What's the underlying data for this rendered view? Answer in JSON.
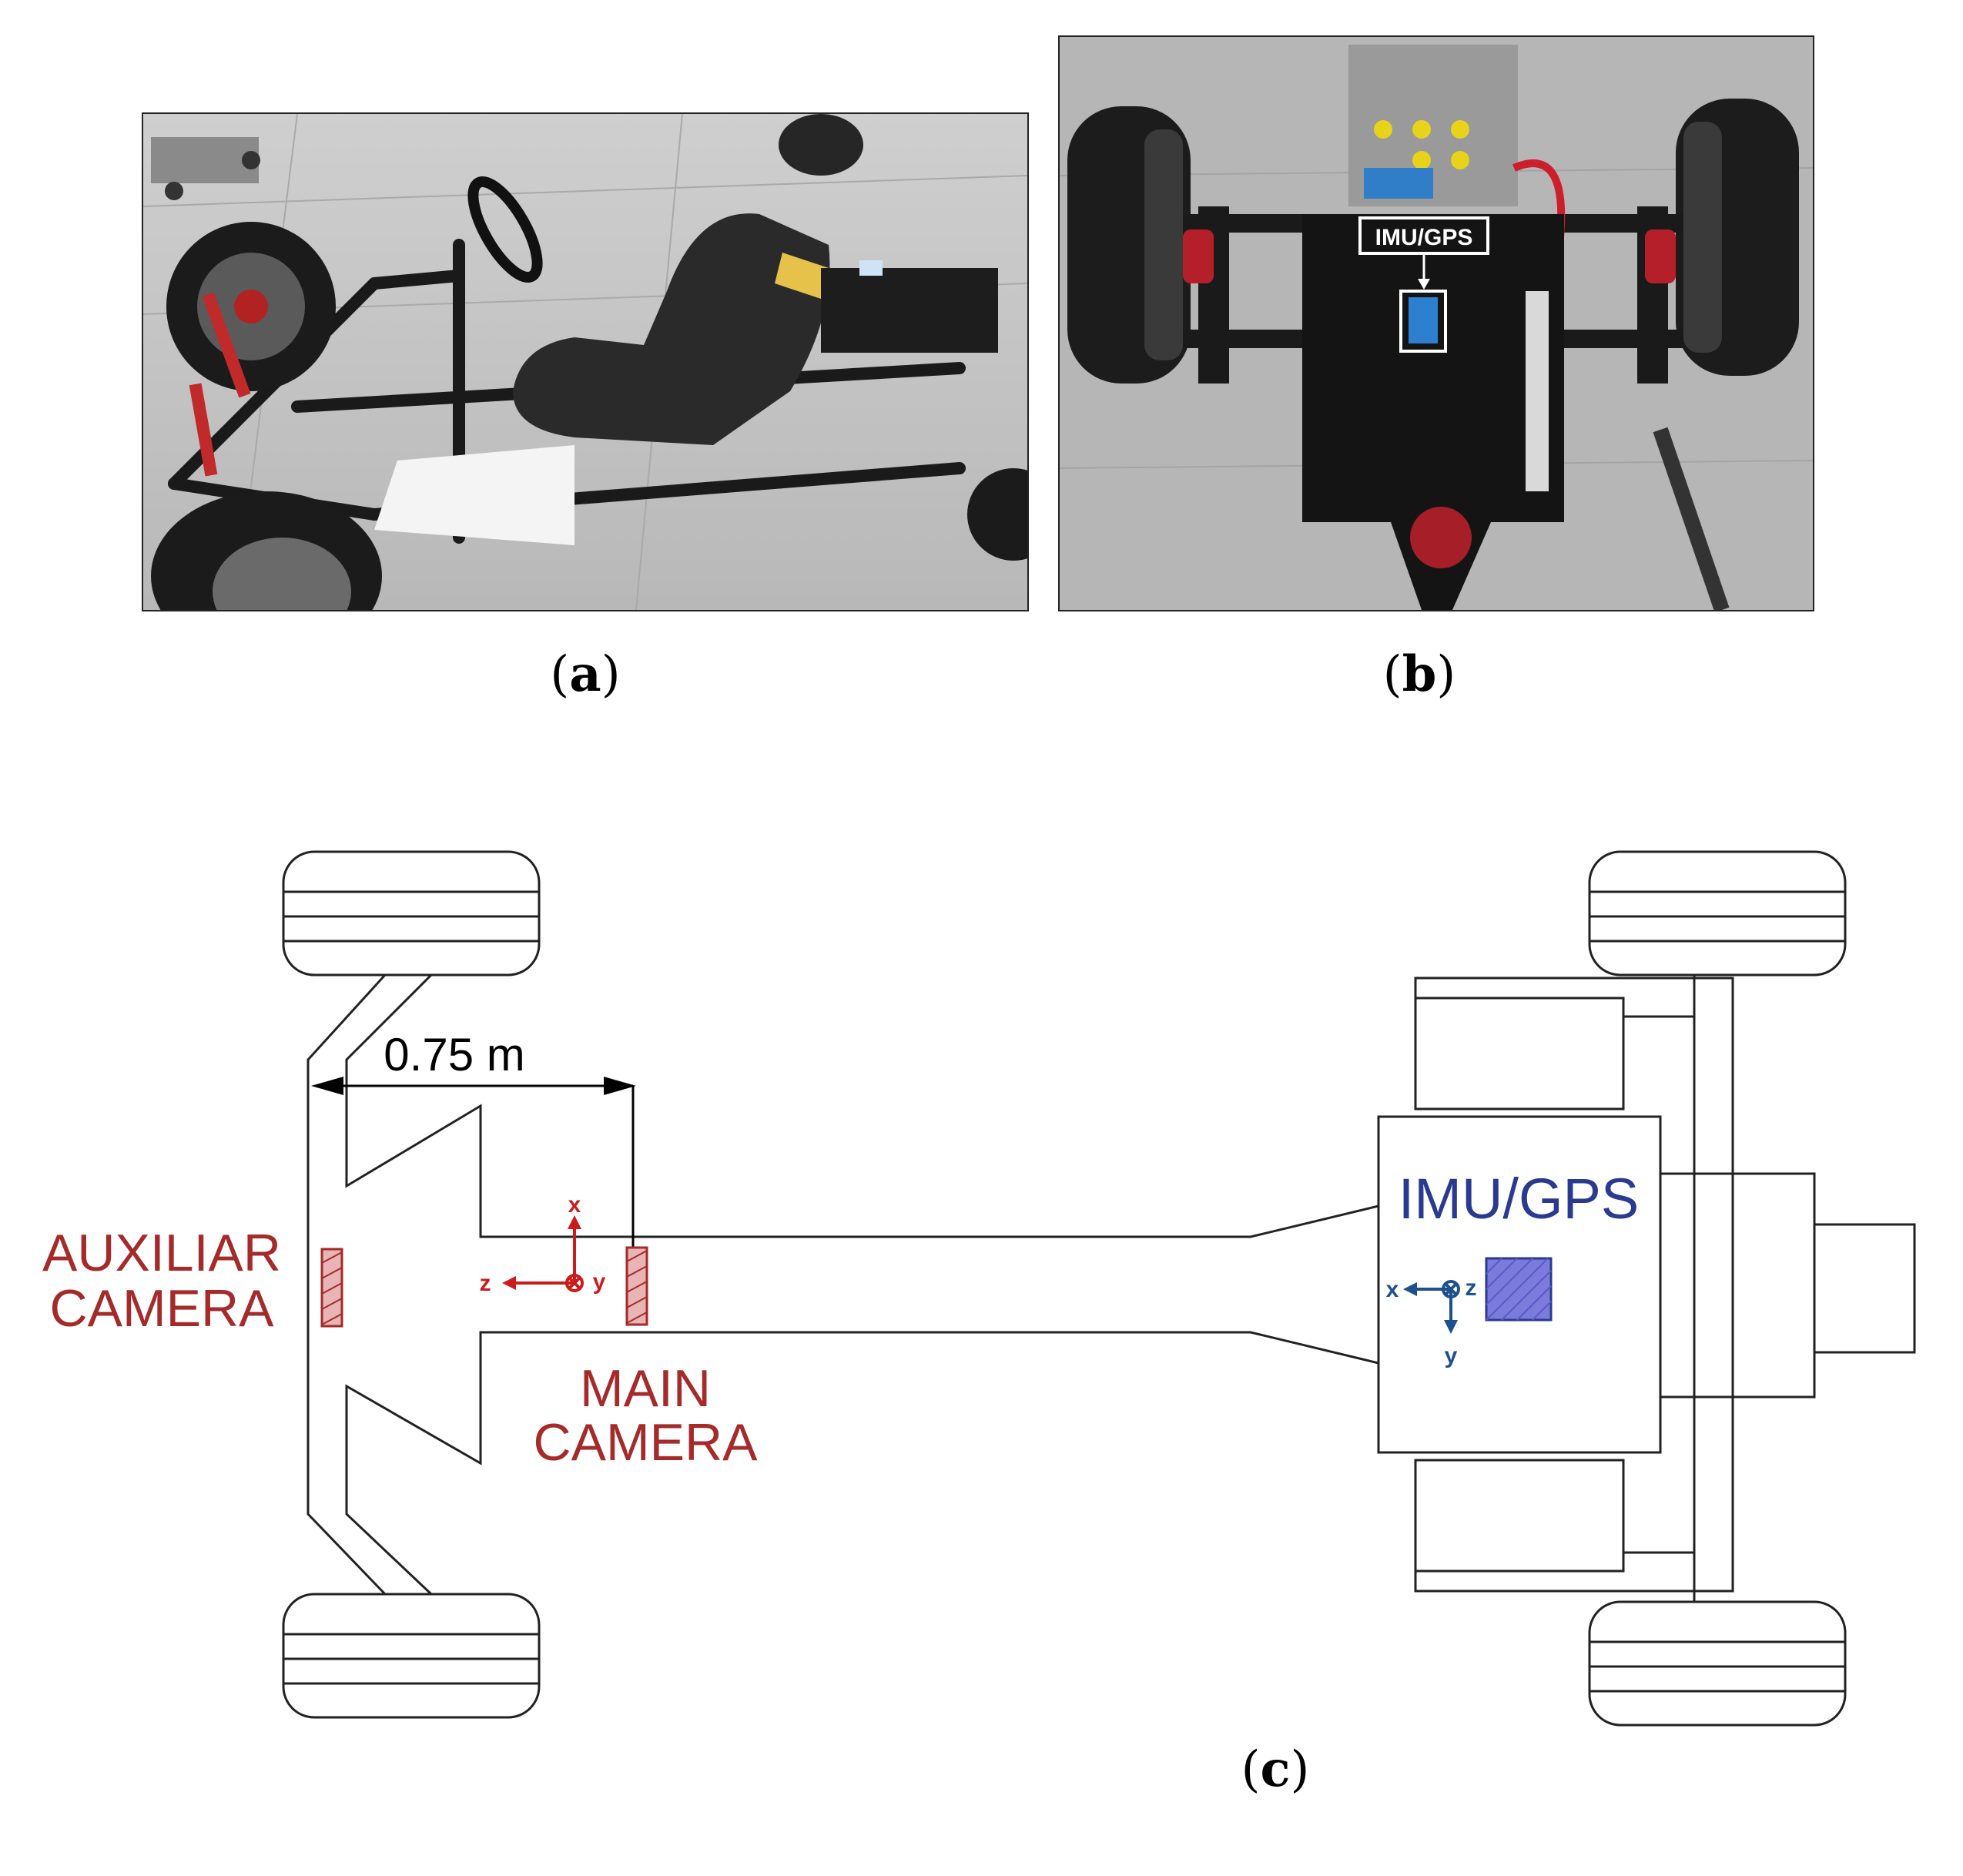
{
  "panels": {
    "a": {
      "caption_open": "(",
      "caption_letter": "a",
      "caption_close": ")"
    },
    "b": {
      "caption_open": "(",
      "caption_letter": "b",
      "caption_close": ")",
      "imu_label": "IMU/GPS"
    },
    "c": {
      "caption_open": "(",
      "caption_letter": "c",
      "caption_close": ")"
    }
  },
  "diagram": {
    "distance_label": "0.75 m",
    "aux_camera_line1": "AUXILIAR",
    "aux_camera_line2": "CAMERA",
    "main_camera_line1": "MAIN",
    "main_camera_line2": "CAMERA",
    "imu_label": "IMU/GPS",
    "camera_axes": {
      "x": "x",
      "y": "y",
      "z": "z"
    },
    "imu_axes": {
      "x": "x",
      "y": "y",
      "z": "z"
    }
  },
  "colors": {
    "camera": "#a52a2a",
    "imu": "#2a3a8f",
    "imu_fill": "#7b7bdc",
    "line": "#222222"
  }
}
